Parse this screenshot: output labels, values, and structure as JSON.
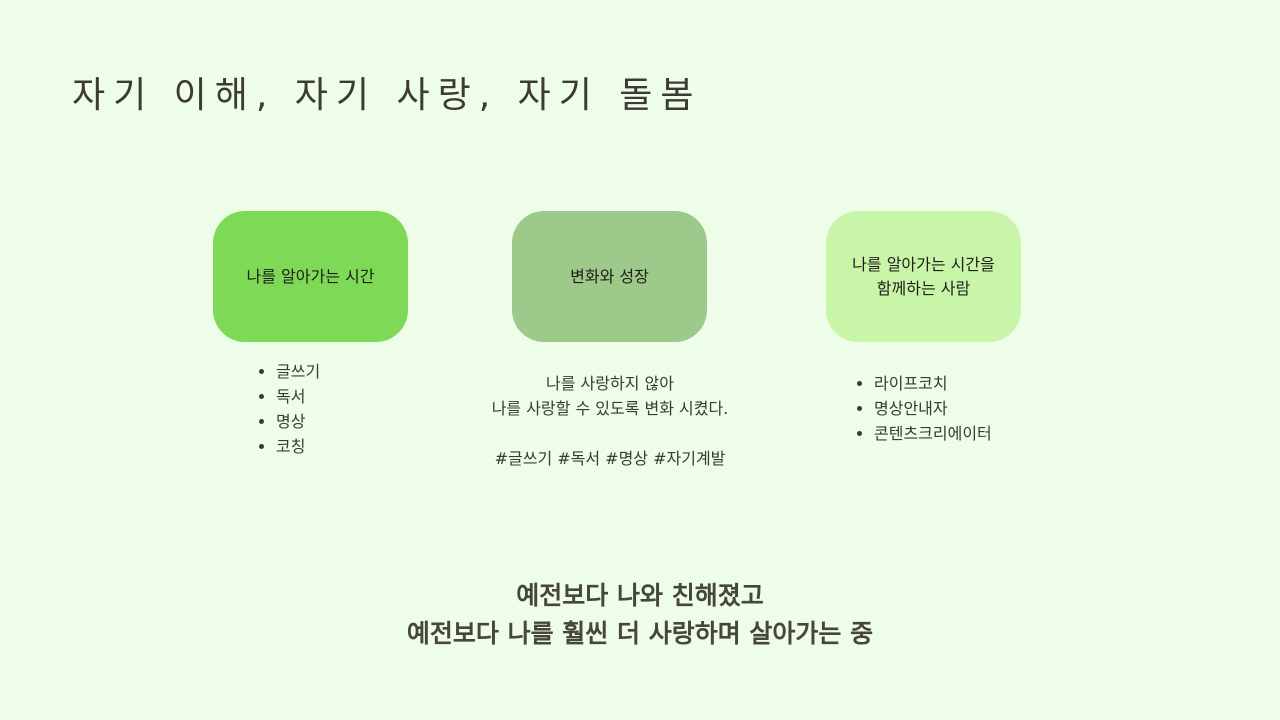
{
  "title": "자기 이해, 자기 사랑, 자기 돌봄",
  "boxes": [
    {
      "lines": [
        "나를 알아가는 시간"
      ],
      "color": "#7ed957"
    },
    {
      "lines": [
        "변화와 성장"
      ],
      "color": "#9dc98b"
    },
    {
      "lines": [
        "나를 알아가는 시간을",
        "함께하는 사람"
      ],
      "color": "#c9f5a8"
    }
  ],
  "left_list": [
    "글쓰기",
    "독서",
    "명상",
    "코칭"
  ],
  "center": {
    "line1": "나를 사랑하지 않아",
    "line2": "나를 사랑할 수 있도록 변화 시켰다.",
    "tags": "#글쓰기 #독서 #명상 #자기계발"
  },
  "right_list": [
    "라이프코치",
    "명상안내자",
    "콘텐츠크리에이터"
  ],
  "bottom": {
    "line1": "예전보다 나와 친해졌고",
    "line2": "예전보다 나를 훨씬 더 사랑하며 살아가는 중"
  },
  "background": "#eefde8"
}
